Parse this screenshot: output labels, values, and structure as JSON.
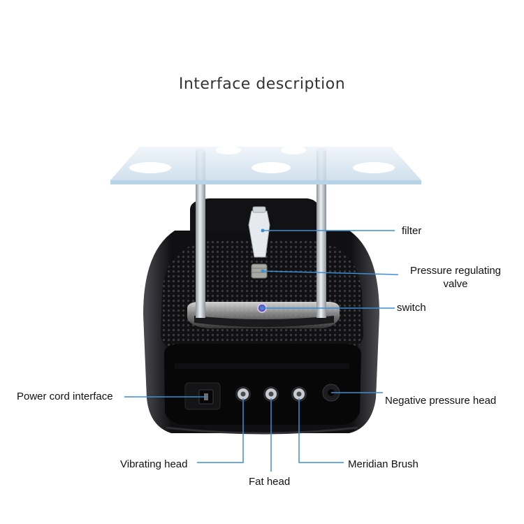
{
  "title": "Interface description",
  "labels": {
    "filter": "filter",
    "pressure_line1": "Pressure regulating",
    "pressure_line2": "valve",
    "switch": "switch",
    "power_cord": "Power cord interface",
    "negative_pressure": "Negative pressure head",
    "vibrating_head": "Vibrating head",
    "fat_head": "Fat head",
    "meridian_brush": "Meridian Brush"
  },
  "colors": {
    "callout_line": "#3a8fd6",
    "device_body": "#0b0b0d",
    "acrylic": "#d7e6f2",
    "rods": "#b9bfc6"
  }
}
